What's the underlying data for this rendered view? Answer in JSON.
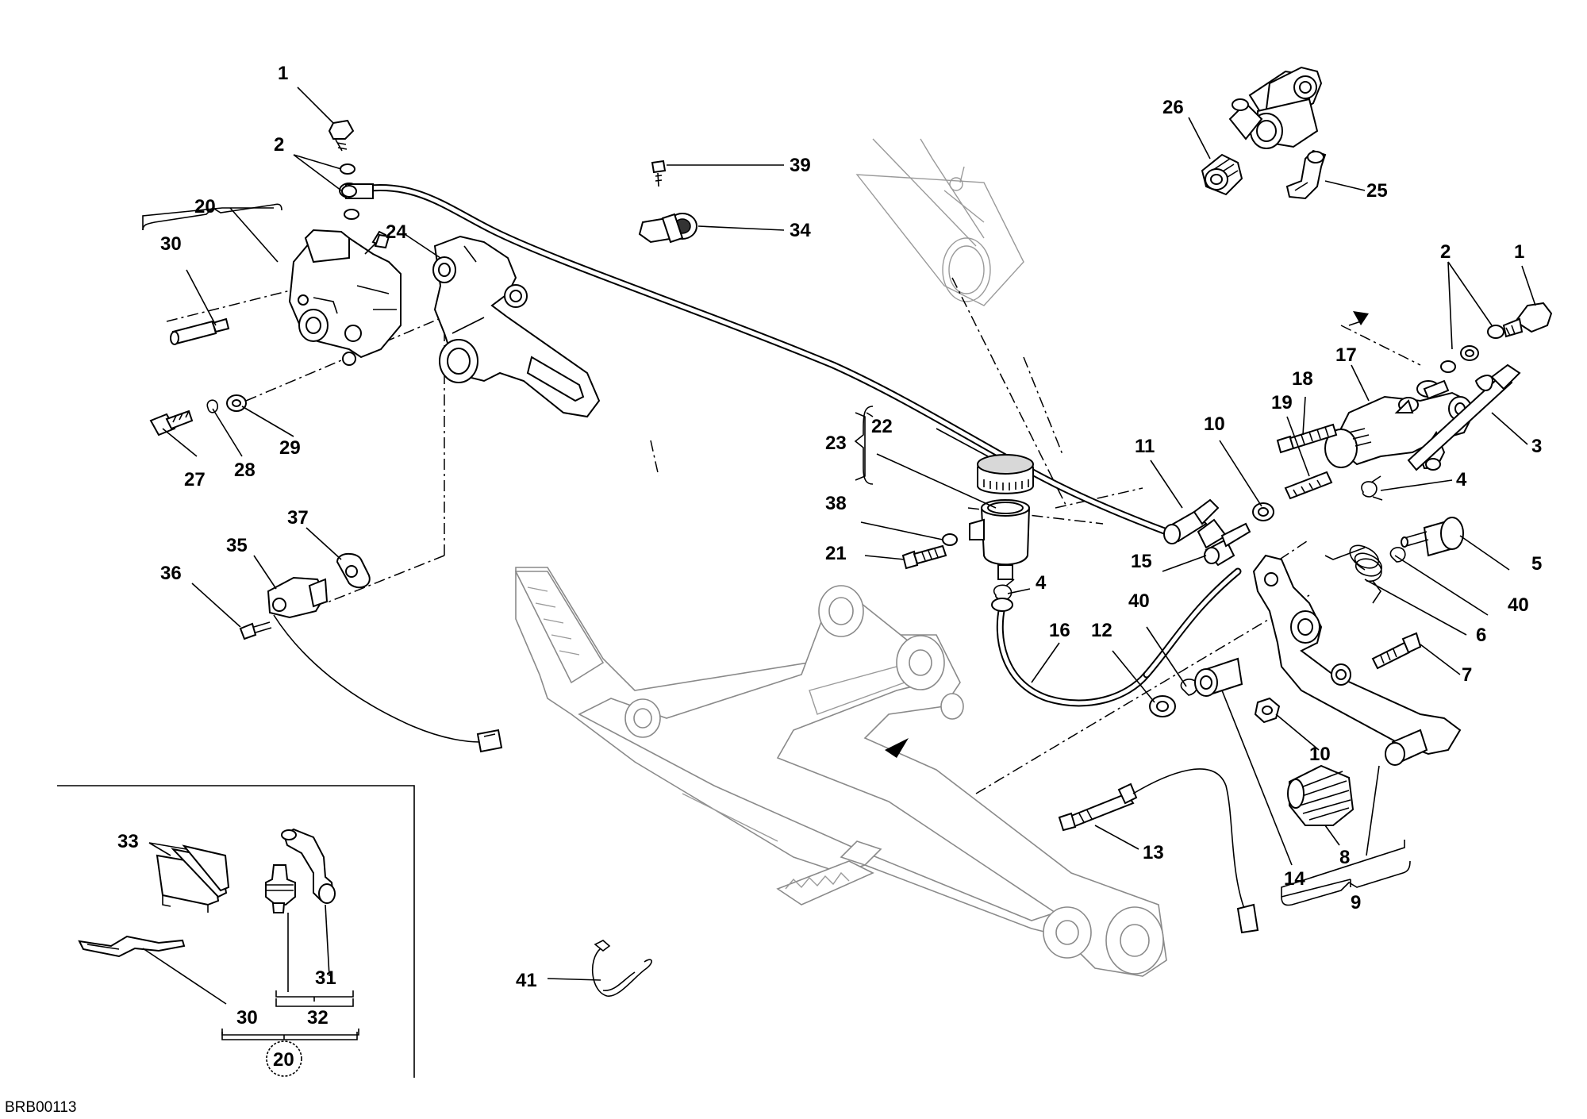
{
  "diagram_code": "BRB00113",
  "callouts": [
    {
      "id": "c1a",
      "text": "1"
    },
    {
      "id": "c2a",
      "text": "2"
    },
    {
      "id": "c20a",
      "text": "20"
    },
    {
      "id": "c30a",
      "text": "30"
    },
    {
      "id": "c24",
      "text": "24"
    },
    {
      "id": "c27",
      "text": "27"
    },
    {
      "id": "c28",
      "text": "28"
    },
    {
      "id": "c29",
      "text": "29"
    },
    {
      "id": "c39",
      "text": "39"
    },
    {
      "id": "c34",
      "text": "34"
    },
    {
      "id": "c26",
      "text": "26"
    },
    {
      "id": "c25",
      "text": "25"
    },
    {
      "id": "c2b",
      "text": "2"
    },
    {
      "id": "c1b",
      "text": "1"
    },
    {
      "id": "c17",
      "text": "17"
    },
    {
      "id": "c18",
      "text": "18"
    },
    {
      "id": "c19",
      "text": "19"
    },
    {
      "id": "c10a",
      "text": "10"
    },
    {
      "id": "c11",
      "text": "11"
    },
    {
      "id": "c3",
      "text": "3"
    },
    {
      "id": "c4a",
      "text": "4"
    },
    {
      "id": "c23",
      "text": "23"
    },
    {
      "id": "c22",
      "text": "22"
    },
    {
      "id": "c38",
      "text": "38"
    },
    {
      "id": "c21",
      "text": "21"
    },
    {
      "id": "c15",
      "text": "15"
    },
    {
      "id": "c4b",
      "text": "4"
    },
    {
      "id": "c5",
      "text": "5"
    },
    {
      "id": "c40a",
      "text": "40"
    },
    {
      "id": "c40b",
      "text": "40"
    },
    {
      "id": "c6",
      "text": "6"
    },
    {
      "id": "c7",
      "text": "7"
    },
    {
      "id": "c16",
      "text": "16"
    },
    {
      "id": "c12",
      "text": "12"
    },
    {
      "id": "c10b",
      "text": "10"
    },
    {
      "id": "c35",
      "text": "35"
    },
    {
      "id": "c37",
      "text": "37"
    },
    {
      "id": "c36",
      "text": "36"
    },
    {
      "id": "c13",
      "text": "13"
    },
    {
      "id": "c14",
      "text": "14"
    },
    {
      "id": "c8",
      "text": "8"
    },
    {
      "id": "c9",
      "text": "9"
    },
    {
      "id": "c41",
      "text": "41"
    },
    {
      "id": "c33",
      "text": "33"
    },
    {
      "id": "c31",
      "text": "31"
    },
    {
      "id": "c30b",
      "text": "30"
    },
    {
      "id": "c32",
      "text": "32"
    },
    {
      "id": "c20b",
      "text": "20"
    }
  ]
}
